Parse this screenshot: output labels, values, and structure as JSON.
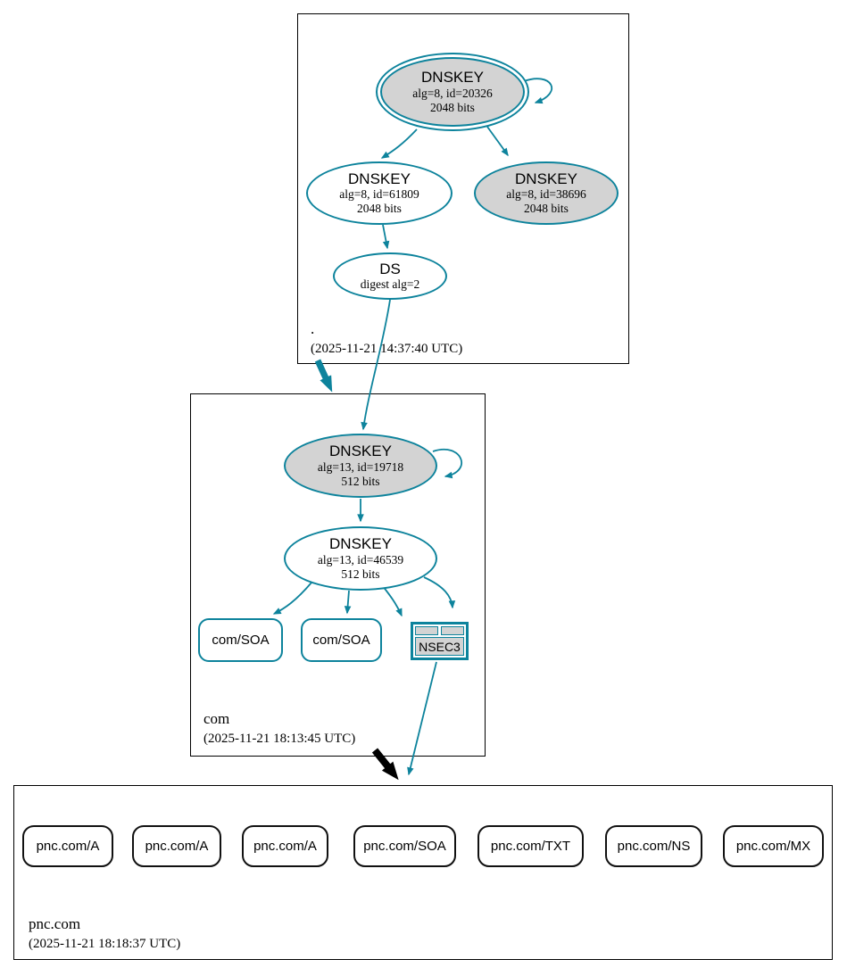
{
  "colors": {
    "teal": "#0d839c",
    "gray_fill": "#d3d3d3",
    "black": "#000000"
  },
  "zones": {
    "root": {
      "label": ".",
      "timestamp": "(2025-11-21 14:37:40 UTC)",
      "nodes": {
        "ksk": {
          "title": "DNSKEY",
          "detail1": "alg=8, id=20326",
          "detail2": "2048 bits"
        },
        "zsk": {
          "title": "DNSKEY",
          "detail1": "alg=8, id=61809",
          "detail2": "2048 bits"
        },
        "ksk2": {
          "title": "DNSKEY",
          "detail1": "alg=8, id=38696",
          "detail2": "2048 bits"
        },
        "ds": {
          "title": "DS",
          "detail1": "digest alg=2"
        }
      }
    },
    "com": {
      "label": "com",
      "timestamp": "(2025-11-21 18:13:45 UTC)",
      "nodes": {
        "ksk": {
          "title": "DNSKEY",
          "detail1": "alg=13, id=19718",
          "detail2": "512 bits"
        },
        "zsk": {
          "title": "DNSKEY",
          "detail1": "alg=13, id=46539",
          "detail2": "512 bits"
        },
        "soa1": {
          "label": "com/SOA"
        },
        "soa2": {
          "label": "com/SOA"
        },
        "nsec3": {
          "label": "NSEC3"
        }
      }
    },
    "pnc": {
      "label": "pnc.com",
      "timestamp": "(2025-11-21 18:18:37 UTC)",
      "rrsets": [
        {
          "label": "pnc.com/A"
        },
        {
          "label": "pnc.com/A"
        },
        {
          "label": "pnc.com/A"
        },
        {
          "label": "pnc.com/SOA"
        },
        {
          "label": "pnc.com/TXT"
        },
        {
          "label": "pnc.com/NS"
        },
        {
          "label": "pnc.com/MX"
        }
      ]
    }
  }
}
